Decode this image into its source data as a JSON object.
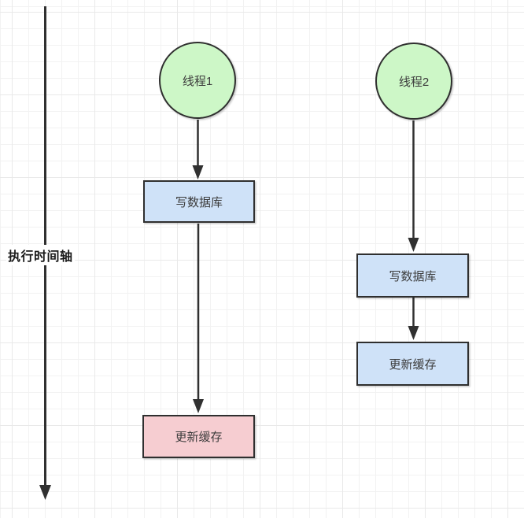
{
  "diagram": {
    "axis_label": "执行时间轴",
    "thread1": {
      "name": "线程1",
      "step1": "写数据库",
      "step2": "更新缓存"
    },
    "thread2": {
      "name": "线程2",
      "step1": "写数据库",
      "step2": "更新缓存"
    }
  },
  "colors": {
    "thread_circle_fill": "#cdf7c7",
    "process_box_fill": "#cfe2f8",
    "stale_cache_fill": "#f6cdd1",
    "shape_border": "#2f2f2f",
    "arrow": "#303030",
    "shape_text": "#3c3c3c",
    "axis_label_text": "#1a1a1a",
    "grid_minor": "#f2f2f2",
    "grid_major": "#e9e9e9",
    "background": "#ffffff"
  }
}
